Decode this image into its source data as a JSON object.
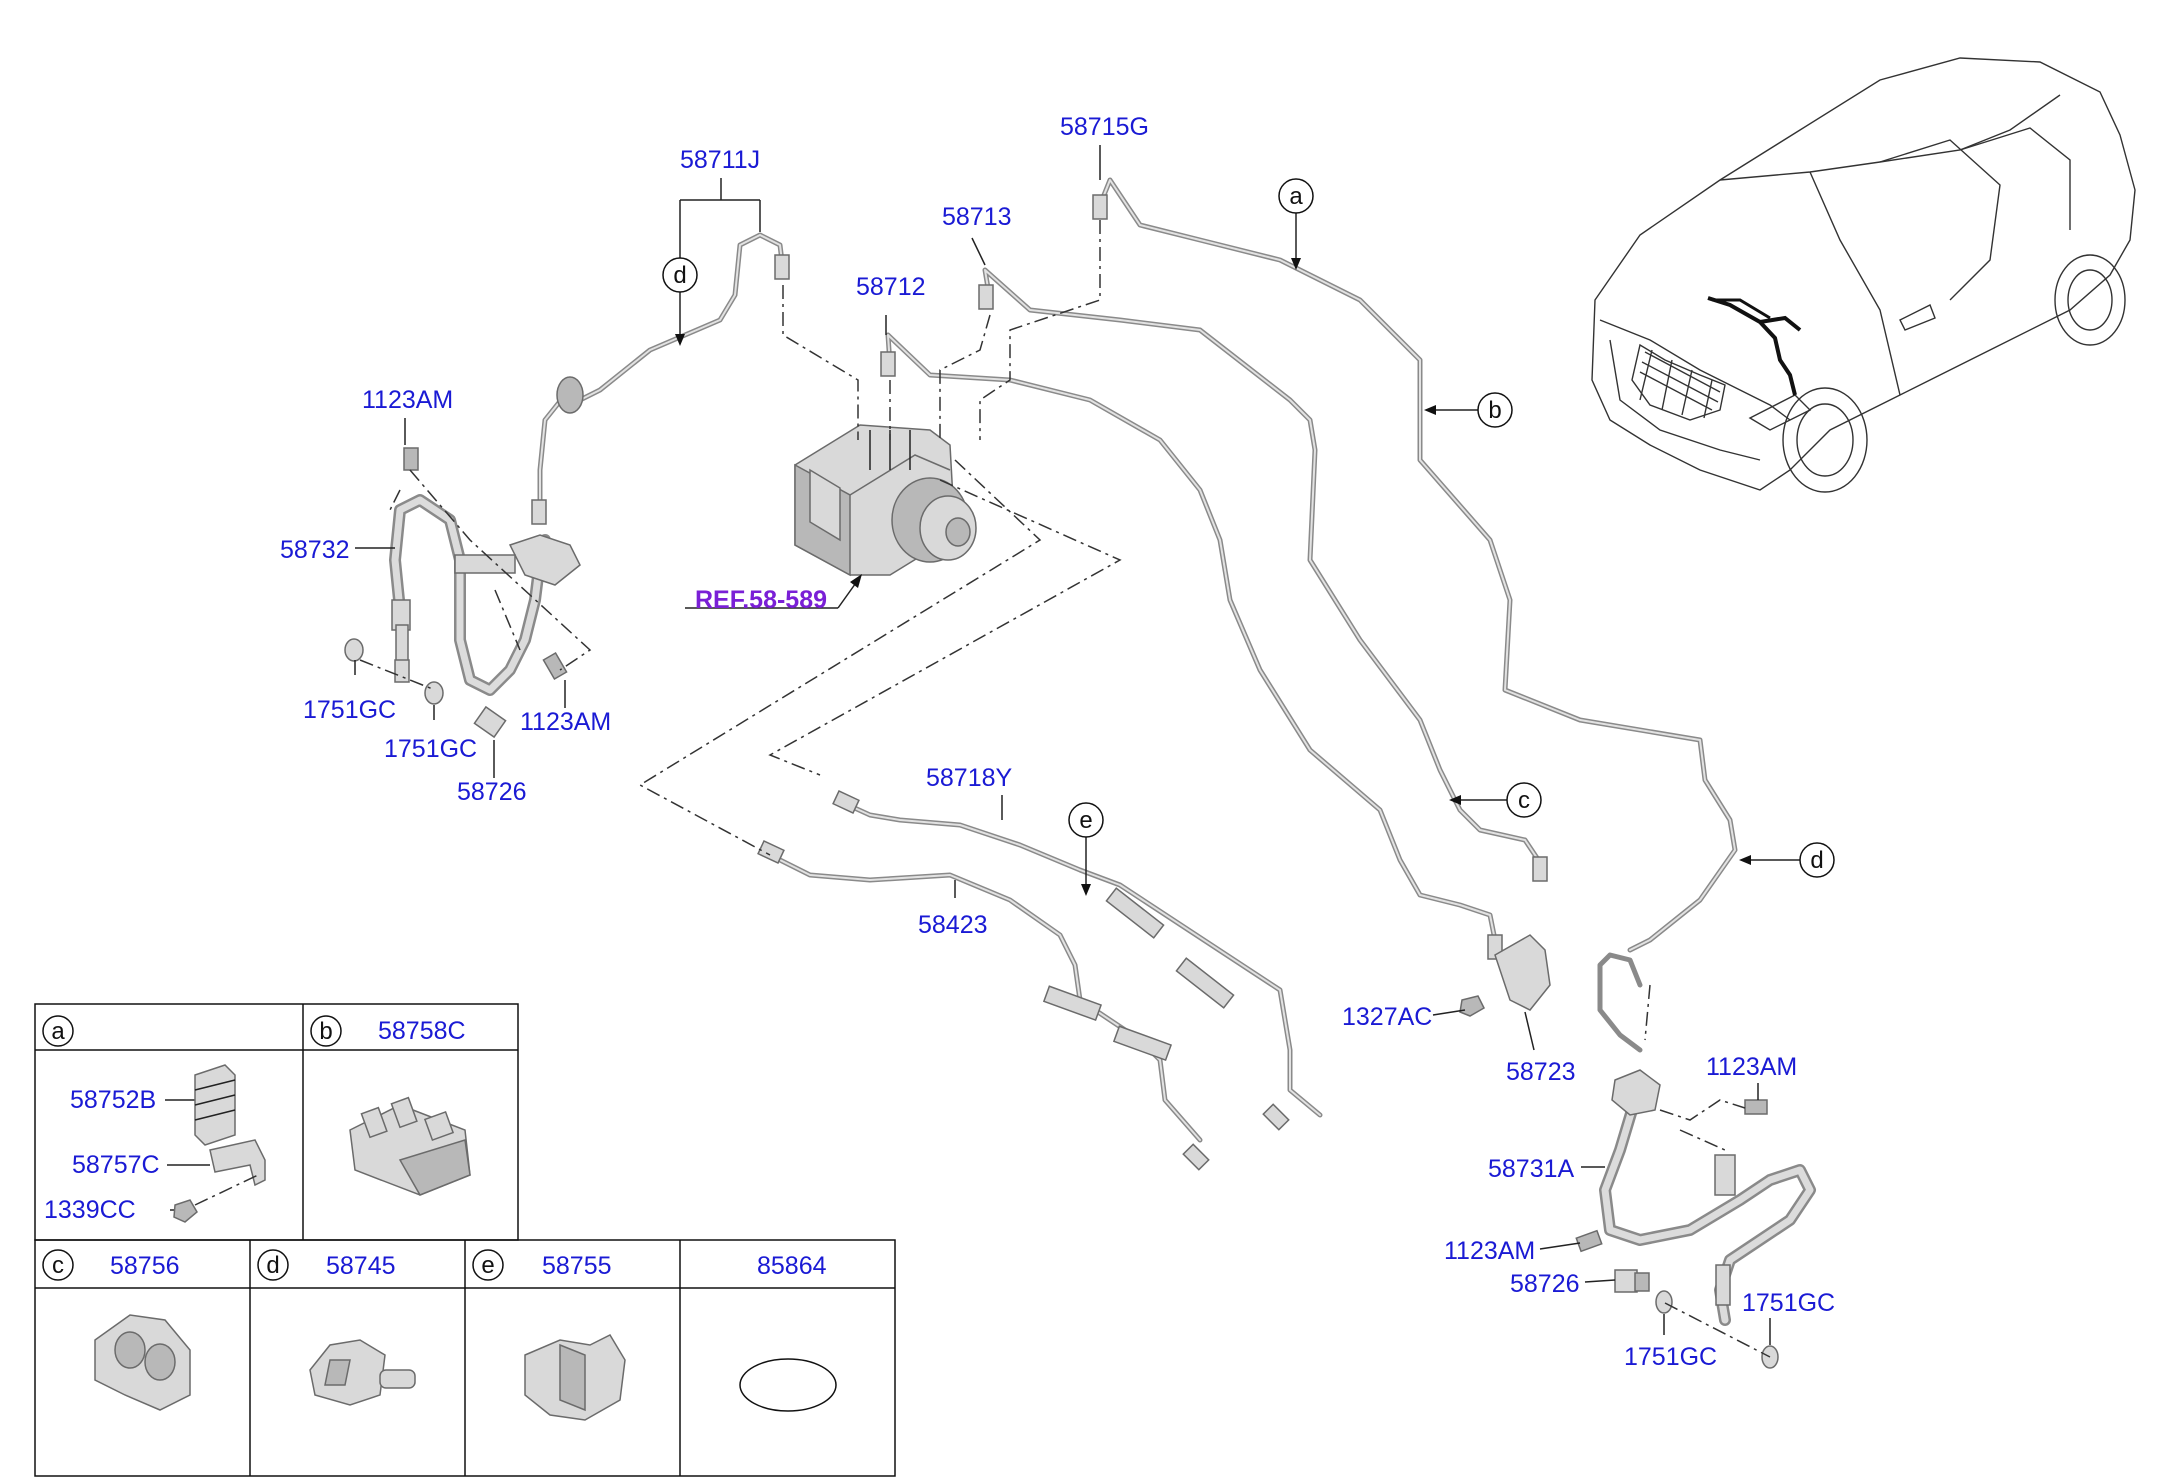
{
  "labels": {
    "p58711J": "58711J",
    "p58715G": "58715G",
    "p58713": "58713",
    "p58712": "58712",
    "p1123AM_top": "1123AM",
    "p58732": "58732",
    "p1751GC_left1": "1751GC",
    "p1751GC_left2": "1751GC",
    "p1123AM_left": "1123AM",
    "p58726_left": "58726",
    "ref": "REF.58-589",
    "p58718Y": "58718Y",
    "p58423": "58423",
    "p1327AC": "1327AC",
    "p58723": "58723",
    "p1123AM_right1": "1123AM",
    "p58731A": "58731A",
    "p1123AM_right2": "1123AM",
    "p58726_right": "58726",
    "p1751GC_right1": "1751GC",
    "p1751GC_right2": "1751GC"
  },
  "callouts": {
    "a": "a",
    "b": "b",
    "c": "c",
    "d_left": "d",
    "d_right": "d",
    "e": "e"
  },
  "legend": {
    "cell_a": {
      "letter": "a",
      "parts": [
        "58752B",
        "58757C",
        "1339CC"
      ]
    },
    "cell_b": {
      "letter": "b",
      "part": "58758C"
    },
    "cell_c": {
      "letter": "c",
      "part": "58756"
    },
    "cell_d": {
      "letter": "d",
      "part": "58745"
    },
    "cell_e": {
      "letter": "e",
      "part": "58755"
    },
    "cell_f": {
      "part": "85864"
    }
  },
  "icons": [
    "abs-modulator-icon",
    "car-outline-icon",
    "brake-hose-icon",
    "clip-icon",
    "bracket-icon",
    "o-ring-icon"
  ],
  "colors": {
    "label": "#1a1ad4",
    "reference": "#7a1fd6",
    "line": "#8a8a8a"
  }
}
